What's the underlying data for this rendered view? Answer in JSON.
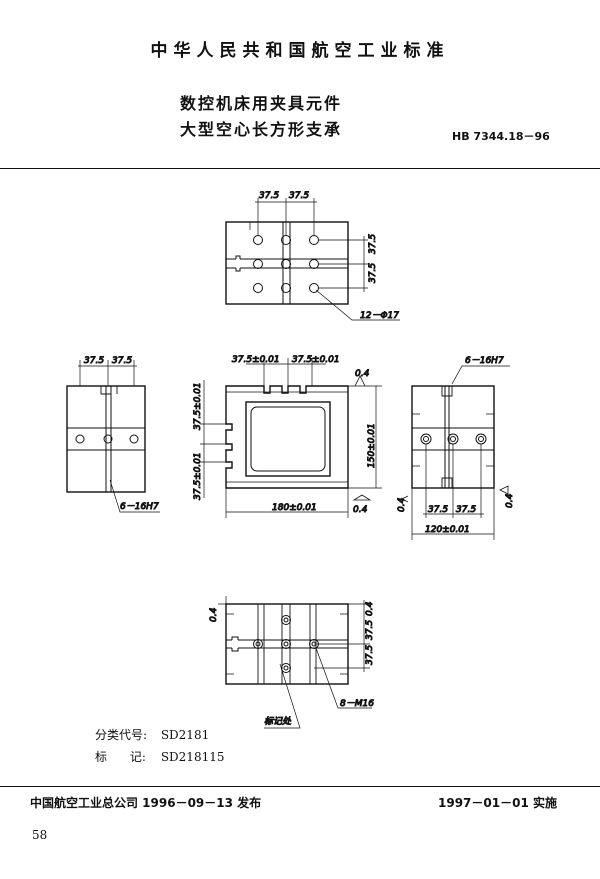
{
  "header": {
    "standard_title": "中华人民共和国航空工业标准",
    "doc_title_line1": "数控机床用夹具元件",
    "doc_title_line2": "大型空心长方形支承",
    "standard_code": "HB 7344.18－96"
  },
  "drawings": {
    "top_view": {
      "dim_x1": "37.5",
      "dim_x2": "37.5",
      "dim_y1": "37.5",
      "dim_y2": "37.5",
      "hole_callout": "12－Φ17"
    },
    "left_view": {
      "dim_x1": "37.5",
      "dim_x2": "37.5",
      "slot_callout": "6－16H7"
    },
    "front_view": {
      "dim_top1": "37.5±0.01",
      "dim_top2": "37.5±0.01",
      "dim_side1": "37.5±0.01",
      "dim_side2": "37.5±0.01",
      "dim_height": "150±0.01",
      "dim_width": "180±0.01",
      "flat_top": "0.4",
      "flat_bottom": "0.4"
    },
    "right_view": {
      "slot_callout": "6－16H7",
      "dim_x1": "37.5",
      "dim_x2": "37.5",
      "dim_width": "120±0.01",
      "flat_left": "0.4",
      "flat_right": "0.4"
    },
    "bottom_view": {
      "flat_left": "0.4",
      "flat_right": "0.4",
      "dim_y1": "37.5",
      "dim_y2": "37.5",
      "thread_callout": "8－M16",
      "mark_callout": "标记处"
    }
  },
  "meta": {
    "class_code_label": "分类代号:",
    "class_code_value": "SD2181",
    "mark_label": "标      记:",
    "mark_value": "SD218115"
  },
  "footer": {
    "issuer": "中国航空工业总公司 1996－09－13 发布",
    "effective": "1997－01－01 实施",
    "page_number": "58"
  }
}
